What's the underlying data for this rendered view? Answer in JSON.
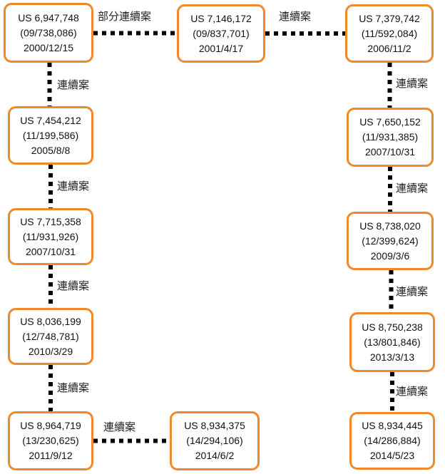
{
  "colors": {
    "border": "#f0892a",
    "connector": "#000000",
    "text": "#111111"
  },
  "nodes": [
    {
      "id": "us6947748",
      "patent": "US 6,947,748",
      "application": "(09/738,086)",
      "date": "2000/12/15"
    },
    {
      "id": "us7146172",
      "patent": "US 7,146,172",
      "application": "(09/837,701)",
      "date": "2001/4/17"
    },
    {
      "id": "us7379742",
      "patent": "US 7,379,742",
      "application": "(11/592,084)",
      "date": "2006/11/2"
    },
    {
      "id": "us7454212",
      "patent": "US 7,454,212",
      "application": "(11/199,586)",
      "date": "2005/8/8"
    },
    {
      "id": "us7650152",
      "patent": "US 7,650,152",
      "application": "(11/931,385)",
      "date": "2007/10/31"
    },
    {
      "id": "us7715358",
      "patent": "US 7,715,358",
      "application": "(11/931,926)",
      "date": "2007/10/31"
    },
    {
      "id": "us8738020",
      "patent": "US 8,738,020",
      "application": "(12/399,624)",
      "date": "2009/3/6"
    },
    {
      "id": "us8036199",
      "patent": "US 8,036,199",
      "application": "(12/748,781)",
      "date": "2010/3/29"
    },
    {
      "id": "us8750238",
      "patent": "US 8,750,238",
      "application": "(13/801,846)",
      "date": "2013/3/13"
    },
    {
      "id": "us8964719",
      "patent": "US 8,964,719",
      "application": "(13/230,625)",
      "date": "2011/9/12"
    },
    {
      "id": "us8934375",
      "patent": "US 8,934,375",
      "application": "(14/294,106)",
      "date": "2014/6/2"
    },
    {
      "id": "us8934445",
      "patent": "US 8,934,445",
      "application": "(14/286,884)",
      "date": "2014/5/23"
    }
  ],
  "edges": [
    {
      "from": "us6947748",
      "to": "us7146172",
      "label": "部分連續案"
    },
    {
      "from": "us7146172",
      "to": "us7379742",
      "label": "連續案"
    },
    {
      "from": "us6947748",
      "to": "us7454212",
      "label": "連續案"
    },
    {
      "from": "us7454212",
      "to": "us7715358",
      "label": "連續案"
    },
    {
      "from": "us7715358",
      "to": "us8036199",
      "label": "連續案"
    },
    {
      "from": "us8036199",
      "to": "us8964719",
      "label": "連續案"
    },
    {
      "from": "us8964719",
      "to": "us8934375",
      "label": "連續案"
    },
    {
      "from": "us7379742",
      "to": "us7650152",
      "label": "連續案"
    },
    {
      "from": "us7650152",
      "to": "us8738020",
      "label": "連續案"
    },
    {
      "from": "us8738020",
      "to": "us8750238",
      "label": "連續案"
    },
    {
      "from": "us8750238",
      "to": "us8934445",
      "label": "連續案"
    }
  ]
}
